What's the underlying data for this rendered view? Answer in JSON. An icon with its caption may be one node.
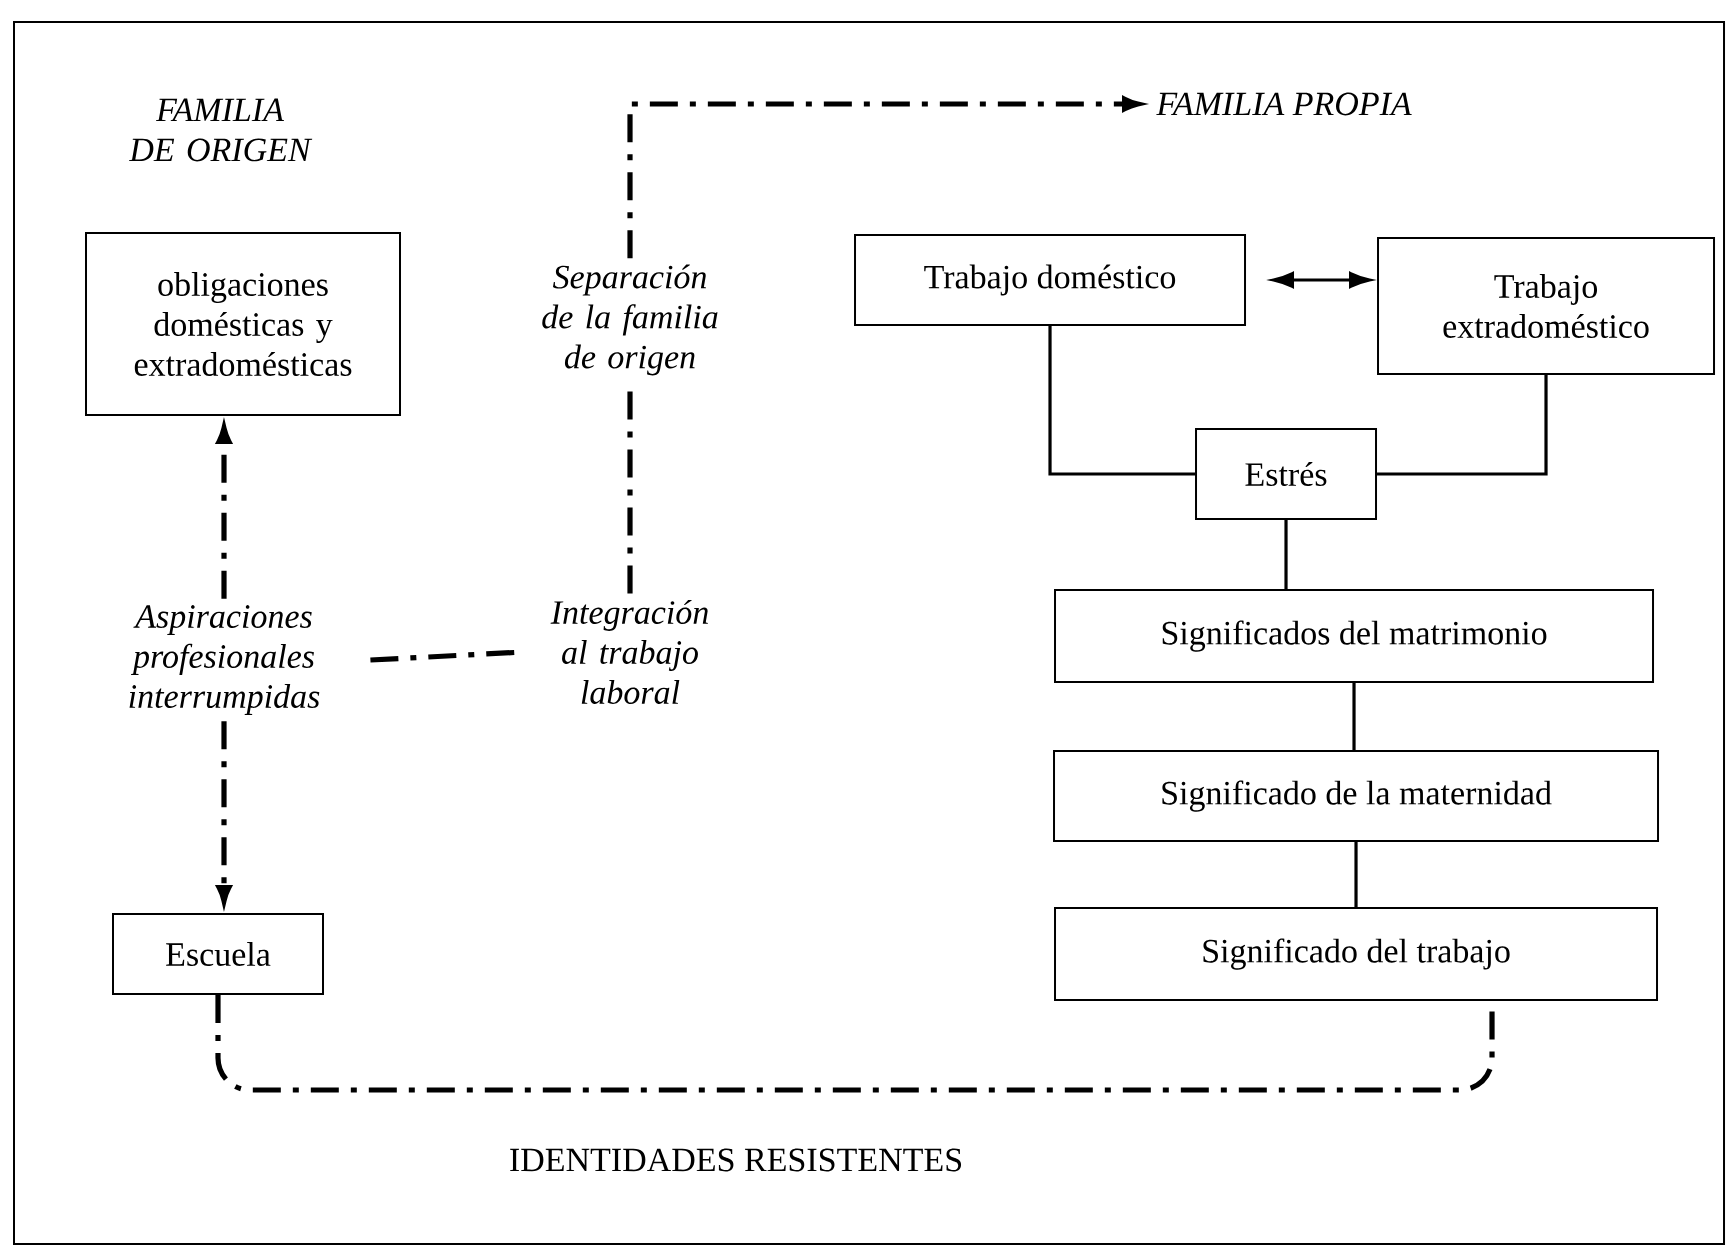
{
  "diagram": {
    "nodes": [
      {
        "text": [
          "obligaciones domésticas y extradomésticas"
        ]
      },
      {
        "text": [
          "Separación de la familia de origen"
        ]
      },
      {
        "text": [
          "FAMILIA PROPIA"
        ]
      },
      {
        "text": [
          "Trabajo doméstico"
        ]
      },
      {
        "text": [
          "Trabajo extradoméstico"
        ]
      },
      {
        "text": [
          "Aspiraciones profesionales interrumpidas"
        ]
      },
      {
        "text": [
          "Integración al trabajo laboral"
        ]
      },
      {
        "text": [
          "Estrés"
        ]
      },
      {
        "text": [
          "Significados del matrimonio"
        ]
      },
      {
        "text": [
          "Significado de la maternidad"
        ]
      },
      {
        "text": [
          "Escuela"
        ]
      },
      {
        "text": [
          "Significado del trabajo"
        ]
      }
    ],
    "edges": [
      {
        "from": 5,
        "to": 0,
        "arrow": "to",
        "style": "dashed"
      },
      {
        "from": 5,
        "to": 10,
        "arrow": "to",
        "style": "dashed"
      },
      {
        "from": 5,
        "to": 6,
        "arrow": "none",
        "style": "dashed"
      },
      {
        "from": 6,
        "to": 1,
        "arrow": "none",
        "style": "dashed"
      },
      {
        "from": 1,
        "to": 2,
        "arrow": "to",
        "style": "dashed"
      },
      {
        "from": 3,
        "to": 4,
        "arrow": "both"
      },
      {
        "from": 3,
        "to": 7,
        "arrow": "none"
      },
      {
        "from": 4,
        "to": 7,
        "arrow": "none"
      },
      {
        "from": 7,
        "to": 8,
        "arrow": "none"
      },
      {
        "from": 8,
        "to": 9,
        "arrow": "none"
      },
      {
        "from": 9,
        "to": 11,
        "arrow": "none"
      },
      {
        "from": 10,
        "to": 11,
        "arrow": "none",
        "style": "dashed"
      }
    ],
    "labels": [
      "FAMILIA DE ORIGEN",
      "IDENTIDADES RESISTENTES"
    ]
  }
}
